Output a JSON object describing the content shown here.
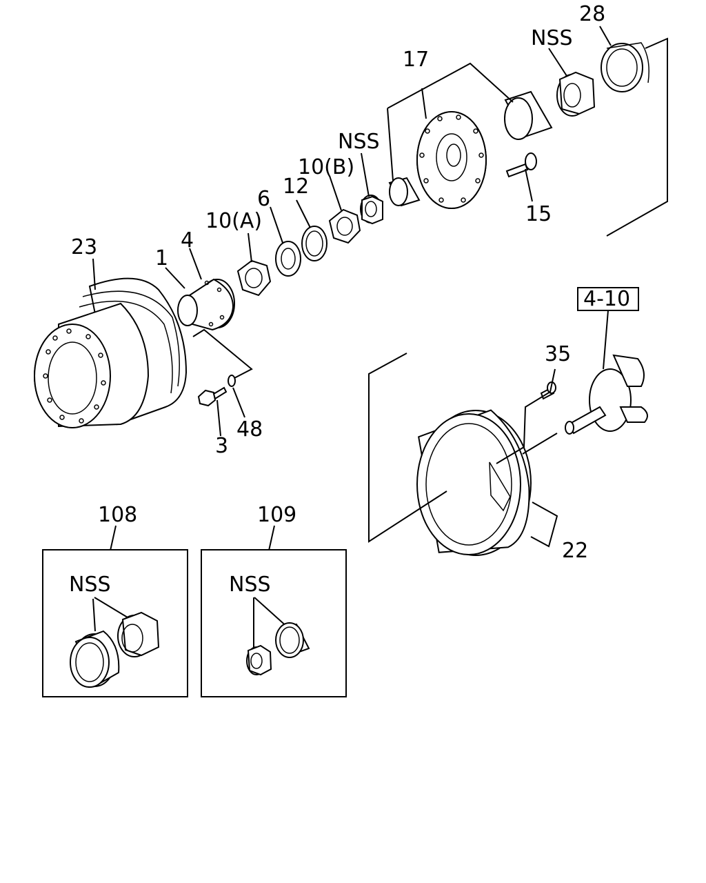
{
  "callouts": {
    "n23": "23",
    "n1": "1",
    "n4": "4",
    "n10a": "10(A)",
    "n6": "6",
    "n12": "12",
    "n10b": "10(B)",
    "nss_inner": "NSS",
    "n17": "17",
    "nss_outer": "NSS",
    "n28": "28",
    "n15": "15",
    "n3": "3",
    "n48": "48",
    "n4_10": "4-10",
    "n35": "35",
    "n22": "22",
    "n108": "108",
    "n109": "109",
    "nss_108": "NSS",
    "nss_109": "NSS"
  }
}
